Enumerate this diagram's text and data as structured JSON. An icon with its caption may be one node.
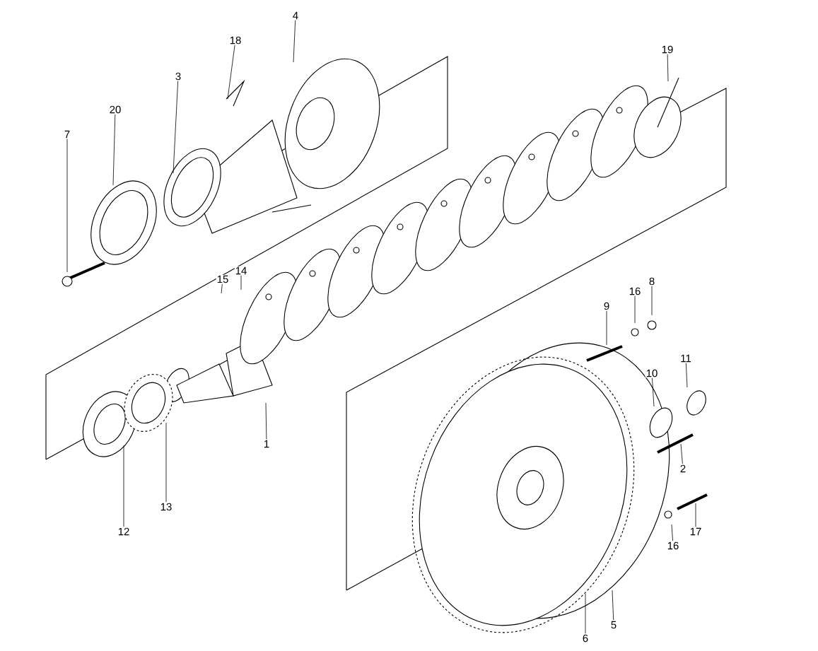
{
  "diagram": {
    "nodes": [
      {
        "text": [
          "4"
        ]
      },
      {
        "text": [
          "18"
        ]
      },
      {
        "text": [
          "19"
        ]
      },
      {
        "text": [
          "3"
        ]
      },
      {
        "text": [
          "20"
        ]
      },
      {
        "text": [
          "7"
        ]
      },
      {
        "text": [
          "14"
        ]
      },
      {
        "text": [
          "15"
        ]
      },
      {
        "text": [
          "8"
        ]
      },
      {
        "text": [
          "16"
        ]
      },
      {
        "text": [
          "9"
        ]
      },
      {
        "text": [
          "11"
        ]
      },
      {
        "text": [
          "10"
        ]
      },
      {
        "text": [
          "1"
        ]
      },
      {
        "text": [
          "2"
        ]
      },
      {
        "text": [
          "13"
        ]
      },
      {
        "text": [
          "12"
        ]
      },
      {
        "text": [
          "17"
        ]
      },
      {
        "text": [
          "16"
        ]
      },
      {
        "text": [
          "5"
        ]
      },
      {
        "text": [
          "6"
        ]
      }
    ],
    "edges": [
      {
        "from": 0,
        "to": null,
        "arrow": "none"
      },
      {
        "from": 1,
        "to": null,
        "arrow": "none"
      },
      {
        "from": 2,
        "to": null,
        "arrow": "none"
      },
      {
        "from": 3,
        "to": null,
        "arrow": "none"
      },
      {
        "from": 4,
        "to": null,
        "arrow": "none"
      },
      {
        "from": 5,
        "to": null,
        "arrow": "none"
      },
      {
        "from": 6,
        "to": null,
        "arrow": "none"
      },
      {
        "from": 7,
        "to": null,
        "arrow": "none"
      },
      {
        "from": 8,
        "to": null,
        "arrow": "none"
      },
      {
        "from": 9,
        "to": null,
        "arrow": "none"
      },
      {
        "from": 10,
        "to": null,
        "arrow": "none"
      },
      {
        "from": 11,
        "to": null,
        "arrow": "none"
      },
      {
        "from": 12,
        "to": null,
        "arrow": "none"
      },
      {
        "from": 13,
        "to": null,
        "arrow": "none"
      },
      {
        "from": 14,
        "to": null,
        "arrow": "none"
      },
      {
        "from": 15,
        "to": null,
        "arrow": "none"
      },
      {
        "from": 16,
        "to": null,
        "arrow": "none"
      },
      {
        "from": 17,
        "to": null,
        "arrow": "none"
      },
      {
        "from": 18,
        "to": null,
        "arrow": "none"
      },
      {
        "from": 19,
        "to": null,
        "arrow": "none"
      },
      {
        "from": 20,
        "to": null,
        "arrow": "none"
      }
    ]
  }
}
